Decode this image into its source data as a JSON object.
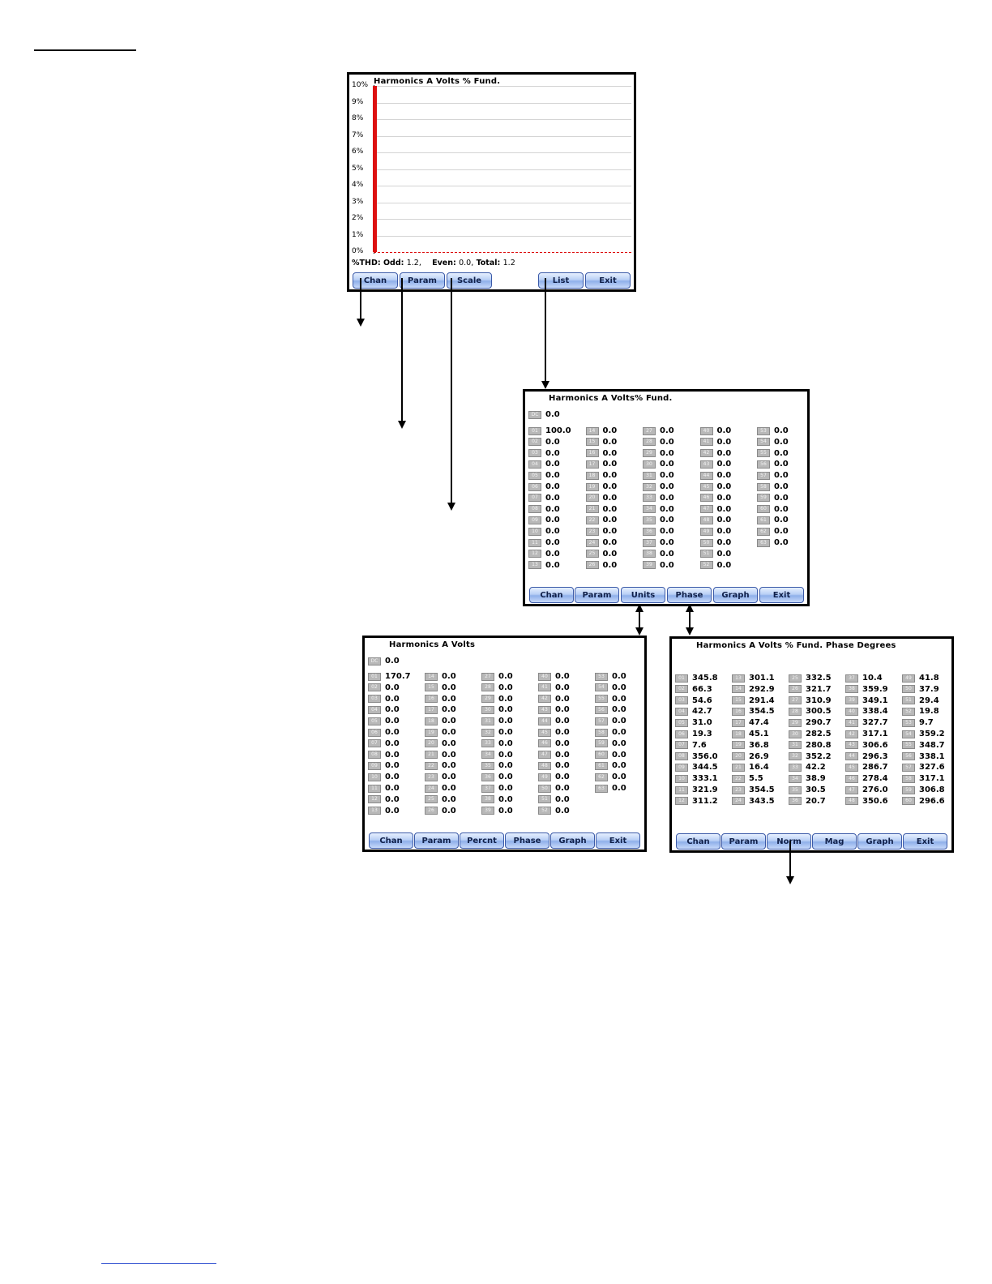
{
  "graph_screen": {
    "title": "Harmonics A Volts % Fund.",
    "y_labels": [
      "10%",
      "9%",
      "8%",
      "7%",
      "6%",
      "5%",
      "4%",
      "3%",
      "2%",
      "1%",
      "0%"
    ],
    "thd": {
      "odd_label": "%THD: Odd:",
      "odd": "1.2,",
      "even_label": "Even:",
      "even": "0.0,",
      "total_label": "Total:",
      "total": "1.2"
    },
    "buttons": [
      "Chan",
      "Param",
      "Scale",
      "List",
      "Exit"
    ],
    "colors": {
      "bar": "#dd1010",
      "baseline": "#dd1010",
      "button": "#b9cff5"
    },
    "bar_level_percent": 10
  },
  "percent_list_screen": {
    "title": "Harmonics A Volts% Fund.",
    "dc": {
      "label": "DC",
      "value": "0.0"
    },
    "columns": [
      [
        [
          "01",
          "100.0"
        ],
        [
          "02",
          "0.0"
        ],
        [
          "03",
          "0.0"
        ],
        [
          "04",
          "0.0"
        ],
        [
          "05",
          "0.0"
        ],
        [
          "06",
          "0.0"
        ],
        [
          "07",
          "0.0"
        ],
        [
          "08",
          "0.0"
        ],
        [
          "09",
          "0.0"
        ],
        [
          "10",
          "0.0"
        ],
        [
          "11",
          "0.0"
        ],
        [
          "12",
          "0.0"
        ],
        [
          "13",
          "0.0"
        ]
      ],
      [
        [
          "14",
          "0.0"
        ],
        [
          "15",
          "0.0"
        ],
        [
          "16",
          "0.0"
        ],
        [
          "17",
          "0.0"
        ],
        [
          "18",
          "0.0"
        ],
        [
          "19",
          "0.0"
        ],
        [
          "20",
          "0.0"
        ],
        [
          "21",
          "0.0"
        ],
        [
          "22",
          "0.0"
        ],
        [
          "23",
          "0.0"
        ],
        [
          "24",
          "0.0"
        ],
        [
          "25",
          "0.0"
        ],
        [
          "26",
          "0.0"
        ]
      ],
      [
        [
          "27",
          "0.0"
        ],
        [
          "28",
          "0.0"
        ],
        [
          "29",
          "0.0"
        ],
        [
          "30",
          "0.0"
        ],
        [
          "31",
          "0.0"
        ],
        [
          "32",
          "0.0"
        ],
        [
          "33",
          "0.0"
        ],
        [
          "34",
          "0.0"
        ],
        [
          "35",
          "0.0"
        ],
        [
          "36",
          "0.0"
        ],
        [
          "37",
          "0.0"
        ],
        [
          "38",
          "0.0"
        ],
        [
          "39",
          "0.0"
        ]
      ],
      [
        [
          "40",
          "0.0"
        ],
        [
          "41",
          "0.0"
        ],
        [
          "42",
          "0.0"
        ],
        [
          "43",
          "0.0"
        ],
        [
          "44",
          "0.0"
        ],
        [
          "45",
          "0.0"
        ],
        [
          "46",
          "0.0"
        ],
        [
          "47",
          "0.0"
        ],
        [
          "48",
          "0.0"
        ],
        [
          "49",
          "0.0"
        ],
        [
          "50",
          "0.0"
        ],
        [
          "51",
          "0.0"
        ],
        [
          "52",
          "0.0"
        ]
      ],
      [
        [
          "53",
          "0.0"
        ],
        [
          "54",
          "0.0"
        ],
        [
          "55",
          "0.0"
        ],
        [
          "56",
          "0.0"
        ],
        [
          "57",
          "0.0"
        ],
        [
          "58",
          "0.0"
        ],
        [
          "59",
          "0.0"
        ],
        [
          "60",
          "0.0"
        ],
        [
          "61",
          "0.0"
        ],
        [
          "62",
          "0.0"
        ],
        [
          "63",
          "0.0"
        ]
      ]
    ],
    "buttons": [
      "Chan",
      "Param",
      "Units",
      "Phase",
      "Graph",
      "Exit"
    ]
  },
  "volts_list_screen": {
    "title": "Harmonics A Volts",
    "dc": {
      "label": "DC",
      "value": "0.0"
    },
    "columns": [
      [
        [
          "01",
          "170.7"
        ],
        [
          "02",
          "0.0"
        ],
        [
          "03",
          "0.0"
        ],
        [
          "04",
          "0.0"
        ],
        [
          "05",
          "0.0"
        ],
        [
          "06",
          "0.0"
        ],
        [
          "07",
          "0.0"
        ],
        [
          "08",
          "0.0"
        ],
        [
          "09",
          "0.0"
        ],
        [
          "10",
          "0.0"
        ],
        [
          "11",
          "0.0"
        ],
        [
          "12",
          "0.0"
        ],
        [
          "13",
          "0.0"
        ]
      ],
      [
        [
          "14",
          "0.0"
        ],
        [
          "15",
          "0.0"
        ],
        [
          "16",
          "0.0"
        ],
        [
          "17",
          "0.0"
        ],
        [
          "18",
          "0.0"
        ],
        [
          "19",
          "0.0"
        ],
        [
          "20",
          "0.0"
        ],
        [
          "21",
          "0.0"
        ],
        [
          "22",
          "0.0"
        ],
        [
          "23",
          "0.0"
        ],
        [
          "24",
          "0.0"
        ],
        [
          "25",
          "0.0"
        ],
        [
          "26",
          "0.0"
        ]
      ],
      [
        [
          "27",
          "0.0"
        ],
        [
          "28",
          "0.0"
        ],
        [
          "29",
          "0.0"
        ],
        [
          "30",
          "0.0"
        ],
        [
          "31",
          "0.0"
        ],
        [
          "32",
          "0.0"
        ],
        [
          "33",
          "0.0"
        ],
        [
          "34",
          "0.0"
        ],
        [
          "35",
          "0.0"
        ],
        [
          "36",
          "0.0"
        ],
        [
          "37",
          "0.0"
        ],
        [
          "38",
          "0.0"
        ],
        [
          "39",
          "0.0"
        ]
      ],
      [
        [
          "40",
          "0.0"
        ],
        [
          "41",
          "0.0"
        ],
        [
          "42",
          "0.0"
        ],
        [
          "43",
          "0.0"
        ],
        [
          "44",
          "0.0"
        ],
        [
          "45",
          "0.0"
        ],
        [
          "46",
          "0.0"
        ],
        [
          "47",
          "0.0"
        ],
        [
          "48",
          "0.0"
        ],
        [
          "49",
          "0.0"
        ],
        [
          "50",
          "0.0"
        ],
        [
          "51",
          "0.0"
        ],
        [
          "52",
          "0.0"
        ]
      ],
      [
        [
          "53",
          "0.0"
        ],
        [
          "54",
          "0.0"
        ],
        [
          "55",
          "0.0"
        ],
        [
          "56",
          "0.0"
        ],
        [
          "57",
          "0.0"
        ],
        [
          "58",
          "0.0"
        ],
        [
          "59",
          "0.0"
        ],
        [
          "60",
          "0.0"
        ],
        [
          "61",
          "0.0"
        ],
        [
          "62",
          "0.0"
        ],
        [
          "63",
          "0.0"
        ]
      ]
    ],
    "buttons": [
      "Chan",
      "Param",
      "Percnt",
      "Phase",
      "Graph",
      "Exit"
    ]
  },
  "phase_list_screen": {
    "title": "Harmonics A Volts % Fund. Phase Degrees",
    "columns": [
      [
        [
          "01",
          "345.8"
        ],
        [
          "02",
          "66.3"
        ],
        [
          "03",
          "54.6"
        ],
        [
          "04",
          "42.7"
        ],
        [
          "05",
          "31.0"
        ],
        [
          "06",
          "19.3"
        ],
        [
          "07",
          "7.6"
        ],
        [
          "08",
          "356.0"
        ],
        [
          "09",
          "344.5"
        ],
        [
          "10",
          "333.1"
        ],
        [
          "11",
          "321.9"
        ],
        [
          "12",
          "311.2"
        ]
      ],
      [
        [
          "13",
          "301.1"
        ],
        [
          "14",
          "292.9"
        ],
        [
          "15",
          "291.4"
        ],
        [
          "16",
          "354.5"
        ],
        [
          "17",
          "47.4"
        ],
        [
          "18",
          "45.1"
        ],
        [
          "19",
          "36.8"
        ],
        [
          "20",
          "26.9"
        ],
        [
          "21",
          "16.4"
        ],
        [
          "22",
          "5.5"
        ],
        [
          "23",
          "354.5"
        ],
        [
          "24",
          "343.5"
        ]
      ],
      [
        [
          "25",
          "332.5"
        ],
        [
          "26",
          "321.7"
        ],
        [
          "27",
          "310.9"
        ],
        [
          "28",
          "300.5"
        ],
        [
          "29",
          "290.7"
        ],
        [
          "30",
          "282.5"
        ],
        [
          "31",
          "280.8"
        ],
        [
          "32",
          "352.2"
        ],
        [
          "33",
          "42.2"
        ],
        [
          "34",
          "38.9"
        ],
        [
          "35",
          "30.5"
        ],
        [
          "36",
          "20.7"
        ]
      ],
      [
        [
          "37",
          "10.4"
        ],
        [
          "38",
          "359.9"
        ],
        [
          "39",
          "349.1"
        ],
        [
          "40",
          "338.4"
        ],
        [
          "41",
          "327.7"
        ],
        [
          "42",
          "317.1"
        ],
        [
          "43",
          "306.6"
        ],
        [
          "44",
          "296.3"
        ],
        [
          "45",
          "286.7"
        ],
        [
          "46",
          "278.4"
        ],
        [
          "47",
          "276.0"
        ],
        [
          "48",
          "350.6"
        ]
      ],
      [
        [
          "49",
          "41.8"
        ],
        [
          "50",
          "37.9"
        ],
        [
          "51",
          "29.4"
        ],
        [
          "52",
          "19.8"
        ],
        [
          "53",
          "9.7"
        ],
        [
          "54",
          "359.2"
        ],
        [
          "55",
          "348.7"
        ],
        [
          "56",
          "338.1"
        ],
        [
          "57",
          "327.6"
        ],
        [
          "58",
          "317.1"
        ],
        [
          "59",
          "306.8"
        ],
        [
          "60",
          "296.6"
        ]
      ]
    ],
    "buttons": [
      "Chan",
      "Param",
      "Norm",
      "Mag",
      "Graph",
      "Exit"
    ]
  }
}
